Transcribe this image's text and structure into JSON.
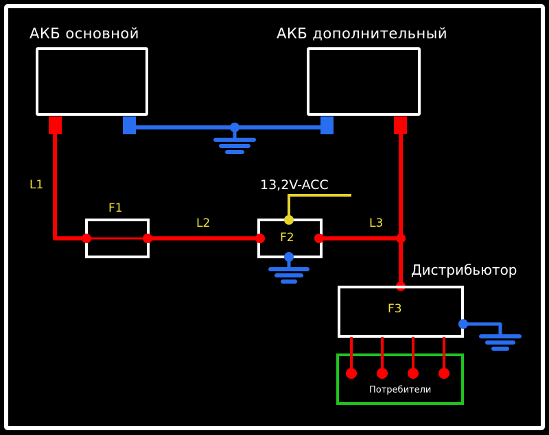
{
  "diagram": {
    "title_battery_main": "АКБ основной",
    "title_battery_aux": "АКБ дополнительный",
    "distributor_label": "Дистрибьютор",
    "consumers_label": "Потребители",
    "acc_label": "13,2V-ACC",
    "fuses": [
      {
        "id": "F1",
        "label": "F1"
      },
      {
        "id": "F2",
        "label": "F2"
      },
      {
        "id": "F3",
        "label": "F3"
      }
    ],
    "lines": [
      {
        "id": "L1",
        "label": "L1"
      },
      {
        "id": "L2",
        "label": "L2"
      },
      {
        "id": "L3",
        "label": "L3"
      }
    ],
    "consumer_count": 4,
    "colors": {
      "background": "#000000",
      "frame": "#ffffff",
      "positive_wire": "#ff0000",
      "ground_wire": "#2a6ef0",
      "acc_wire": "#e6d52e",
      "label_yellow": "#f2e23a",
      "consumers_frame": "#1fc41f"
    }
  }
}
